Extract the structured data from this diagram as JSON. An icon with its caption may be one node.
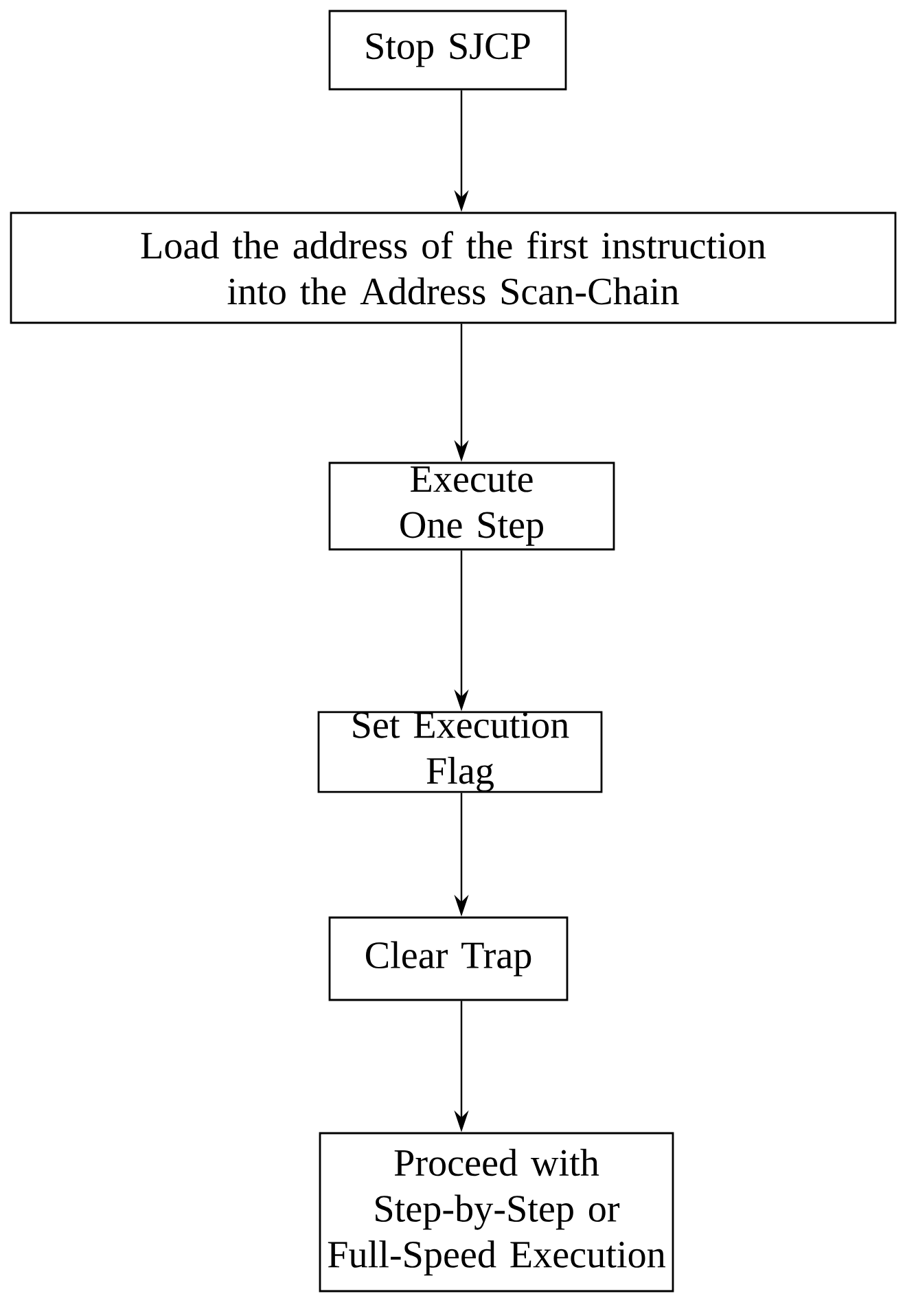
{
  "diagram": {
    "nodes": [
      {
        "text": [
          "Stop SJCP"
        ]
      },
      {
        "text": [
          "Load the address of the first instruction into the Address Scan-Chain"
        ]
      },
      {
        "text": [
          "Execute One Step"
        ]
      },
      {
        "text": [
          "Set Execution Flag"
        ]
      },
      {
        "text": [
          "Clear Trap"
        ]
      },
      {
        "text": [
          "Proceed with Step-by-Step or Full-Speed Execution"
        ]
      }
    ],
    "edges": [
      {
        "from": 0,
        "to": 1,
        "arrow": "to"
      },
      {
        "from": 1,
        "to": 2,
        "arrow": "to"
      },
      {
        "from": 2,
        "to": 3,
        "arrow": "to"
      },
      {
        "from": 3,
        "to": 4,
        "arrow": "to"
      },
      {
        "from": 4,
        "to": 5,
        "arrow": "to"
      }
    ]
  }
}
